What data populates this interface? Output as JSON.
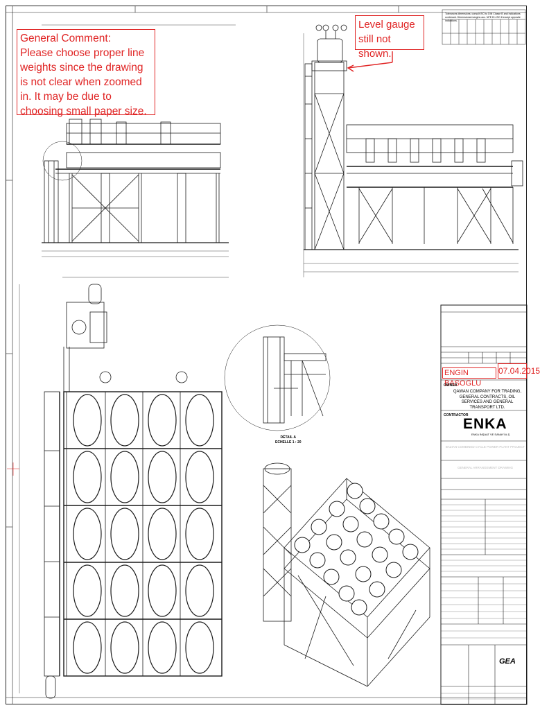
{
  "annotations": {
    "general_comment_title": "General Comment:",
    "general_comment_text": "Please choose proper line weights since the drawing is not clear when zoomed in. It may be due to choosing small paper size.",
    "level_gauge": "Level gauge still not shown.",
    "reviewer_name": "ENGIN BASOGLU",
    "review_date": "07.04.2015"
  },
  "title_block": {
    "owner_label": "OWNER",
    "owner": "QAWAN COMPANY FOR TRADING, GENERAL CONTRACTS, OIL SERVICES AND GENERAL TRANSPORT LTD.",
    "contractor_label": "CONTRACTOR",
    "contractor": "ENKA",
    "contractor_sub": "ENKA İNŞAAT VE SANAYİ A.Ş.",
    "project": "BAZIAN COMBINED CYCLE POWER PLANT PROJECT",
    "drawing_title": "GENERAL ARRANGEMENT DRAWING",
    "tolerance_note": "Tolerances dimensions: consult ISO to DIN Classe B and indications contenant. Dimensional margins acc. NFE En ISO 8 except opposite indications.",
    "manufacturer": "GEA"
  },
  "detail_label": {
    "title": "DÉTAIL A",
    "scale": "ECHELLE 1 : 20"
  },
  "colors": {
    "annotation": "#e02424",
    "line": "#1a1a1a"
  }
}
